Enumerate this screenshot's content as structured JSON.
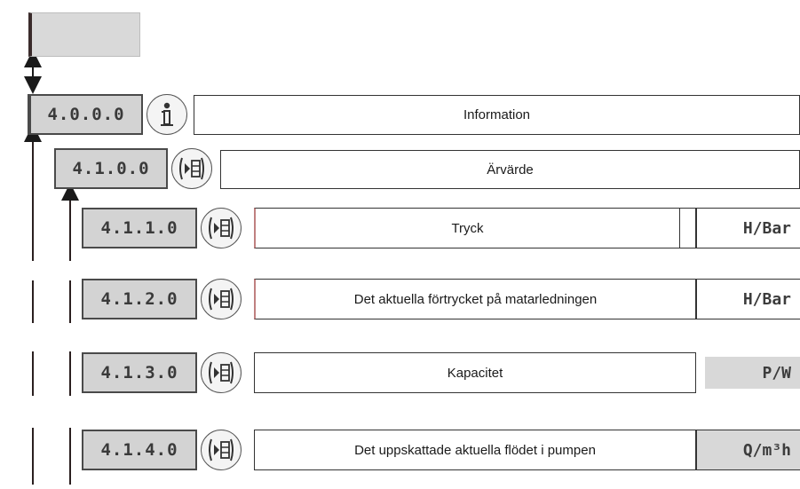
{
  "rows": [
    {
      "code": "4.0.0.0",
      "icon": "info-icon",
      "title": "Information"
    },
    {
      "code": "4.1.0.0",
      "icon": "submenu-icon",
      "title": "Ärvärde"
    },
    {
      "code": "4.1.1.0",
      "icon": "submenu-icon",
      "title": "Tryck",
      "unit": "H/Bar"
    },
    {
      "code": "4.1.2.0",
      "icon": "submenu-icon",
      "title": "Det aktuella förtrycket på matarledningen",
      "unit": "H/Bar"
    },
    {
      "code": "4.1.3.0",
      "icon": "submenu-icon",
      "title": "Kapacitet",
      "unit": "P/W"
    },
    {
      "code": "4.1.4.0",
      "icon": "submenu-icon",
      "title": "Det uppskattade aktuella flödet i pumpen",
      "unit": "Q/m³h"
    }
  ]
}
